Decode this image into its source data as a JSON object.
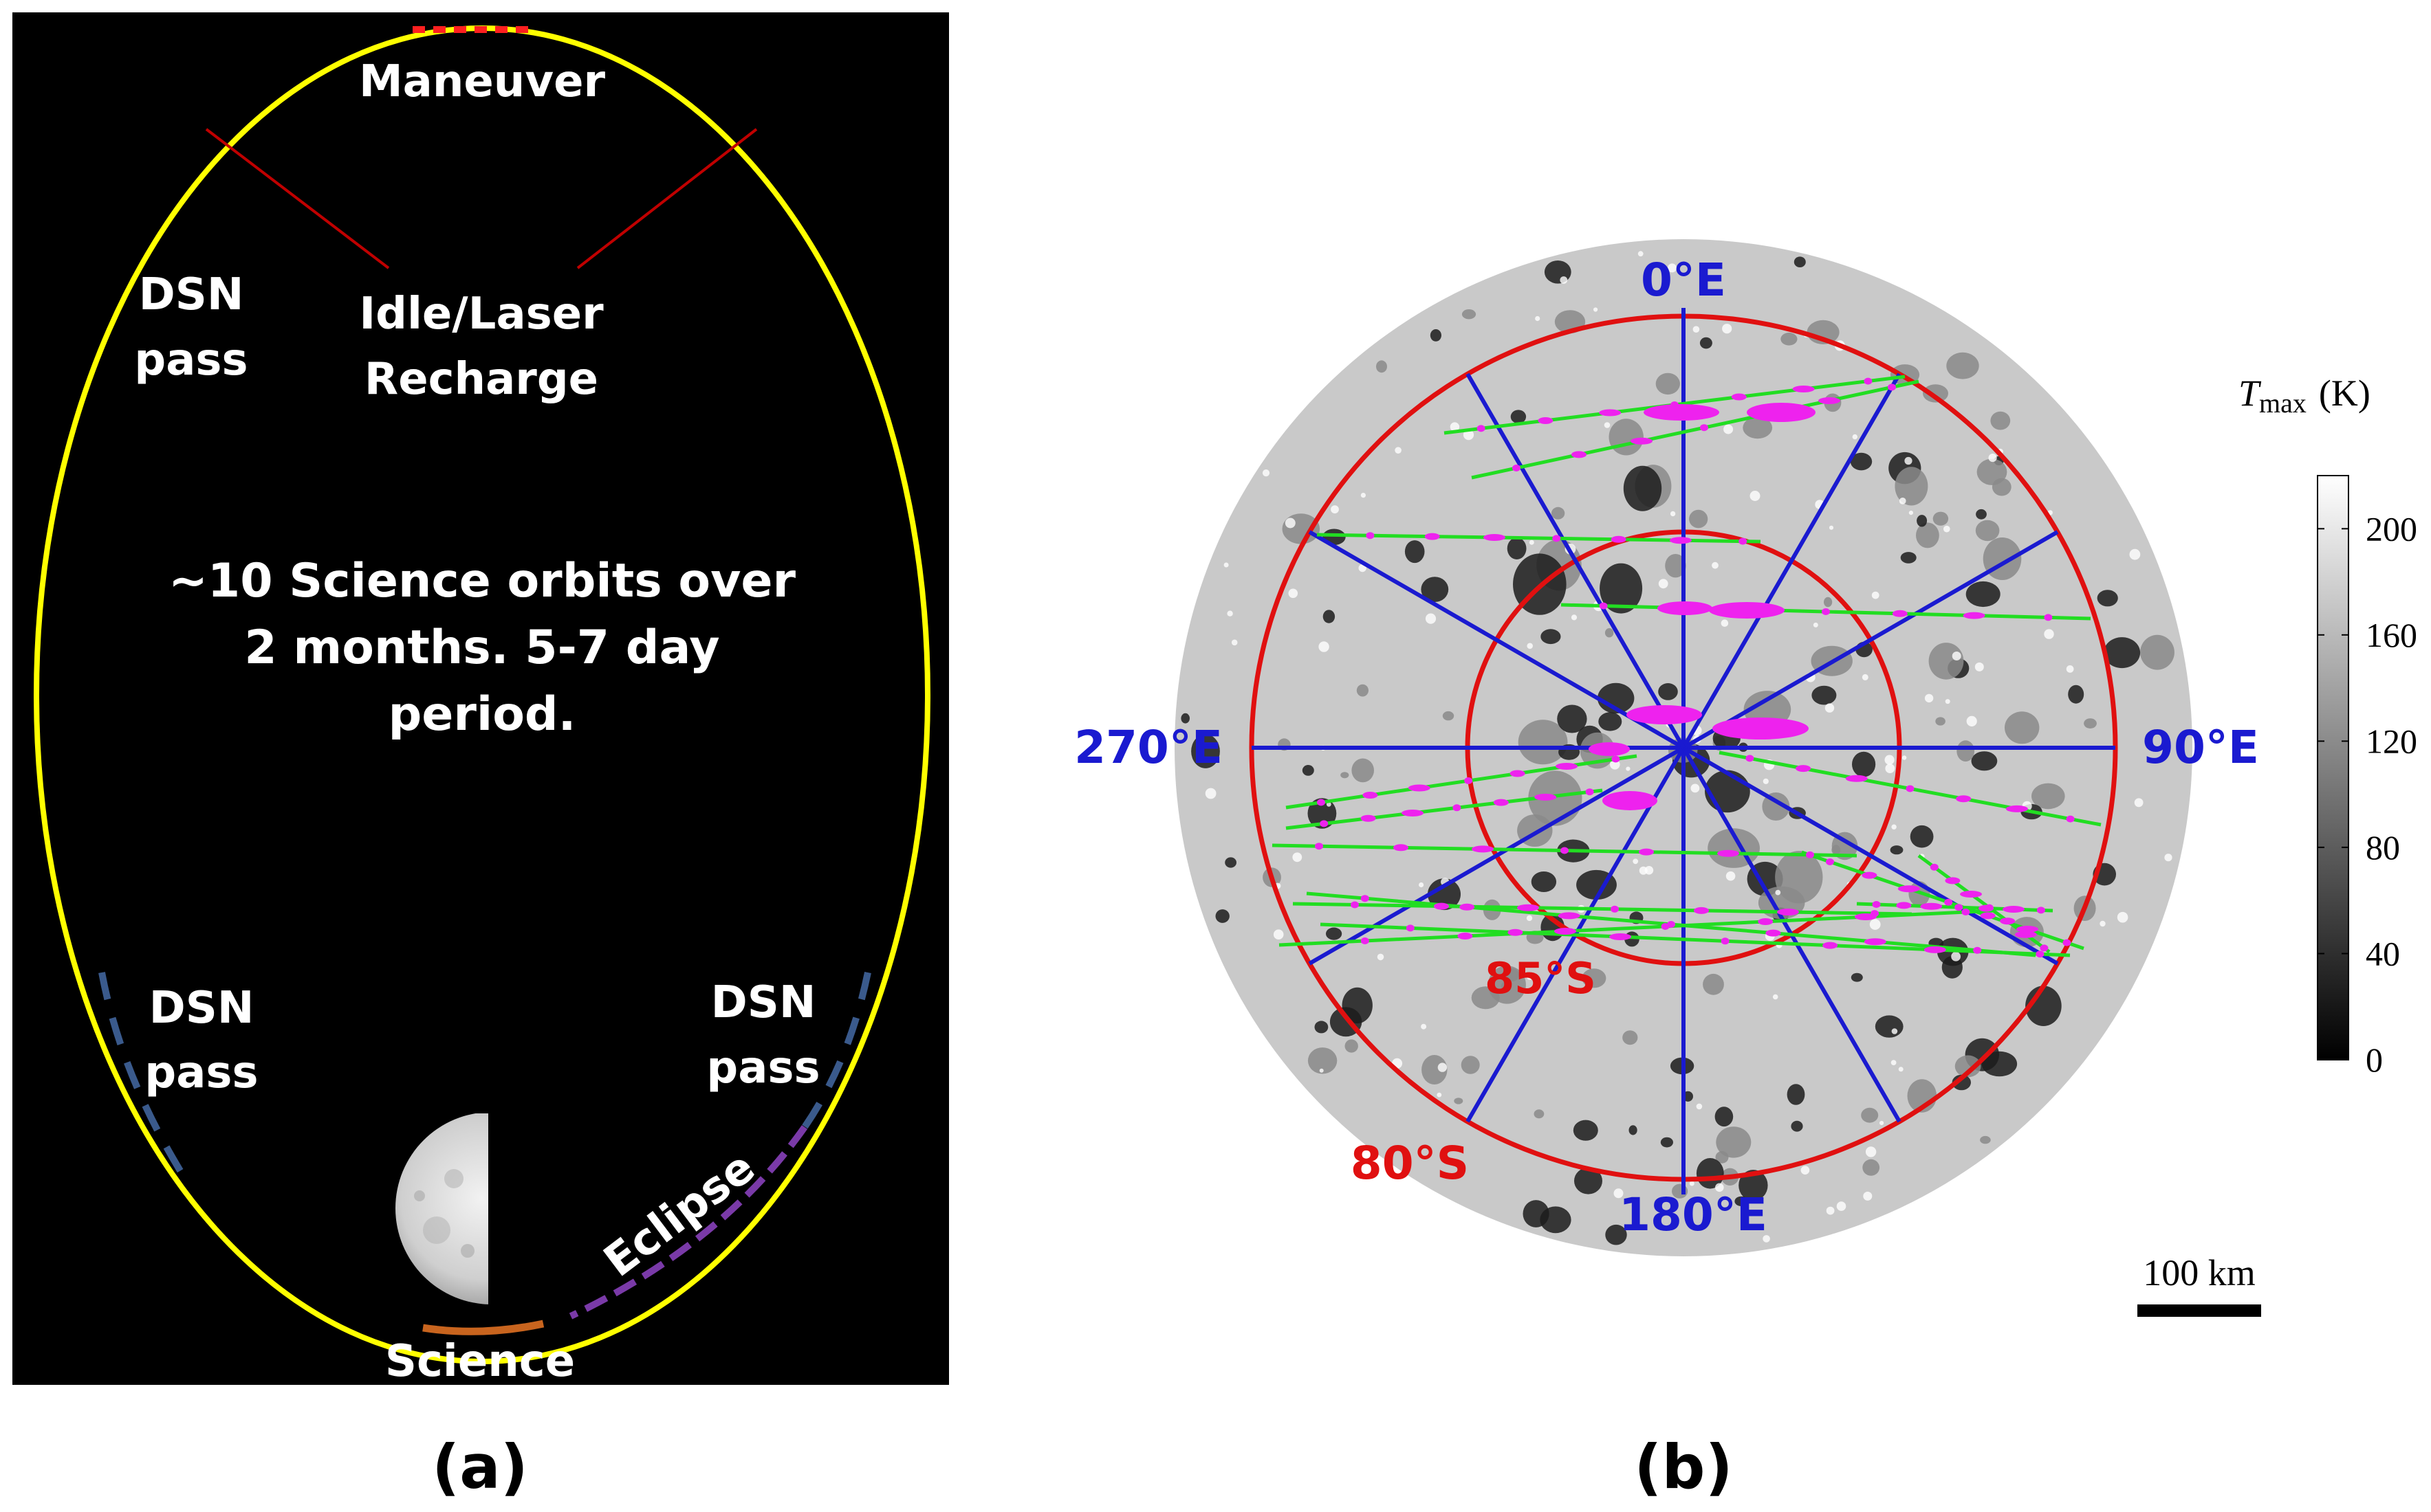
{
  "panel_a": {
    "caption": "(a)",
    "labels": {
      "maneuver": "Maneuver",
      "dsn_top": [
        "DSN",
        "pass"
      ],
      "idle": [
        "Idle/Laser",
        "Recharge"
      ],
      "summary": [
        "~10 Science orbits over",
        "2 months. 5-7 day",
        "period."
      ],
      "dsn_left": [
        "DSN",
        "pass"
      ],
      "dsn_right": [
        "DSN",
        "pass"
      ],
      "eclipse": "Eclipse",
      "science": "Science"
    },
    "colors": {
      "background": "#000000",
      "orbit": "#ffff00",
      "maneuver_segment": "#ff2020",
      "divider": "#c00000",
      "dsn_segment": "#3a5a8c",
      "eclipse_segment": "#7a3aa8",
      "science_segment": "#c8641e"
    }
  },
  "panel_b": {
    "caption": "(b)",
    "longitude_labels": [
      "0°E",
      "90°E",
      "180°E",
      "270°E"
    ],
    "latitude_labels": [
      "85°S",
      "80°S"
    ],
    "colorbar": {
      "title_main": "T",
      "title_sub": "max",
      "title_unit": "(K)",
      "ticks": [
        "200",
        "160",
        "120",
        "80",
        "40",
        "0"
      ]
    },
    "scalebar_label": "100 km",
    "colors": {
      "meridian": "#1a1ad0",
      "latitude_circle": "#e01010",
      "track": "#22dd22",
      "footprint": "#ee22ee",
      "surface": "#c9c9c9"
    }
  }
}
